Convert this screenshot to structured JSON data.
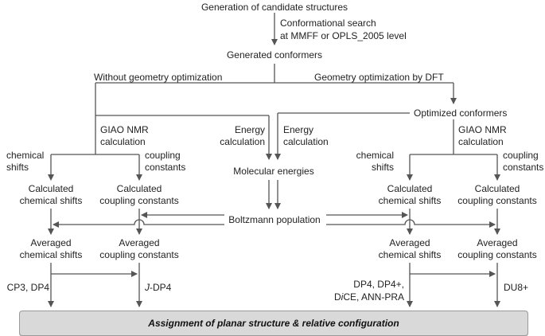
{
  "nodes": {
    "generation": "Generation of candidate structures",
    "conf_search_1": "Conformational search",
    "conf_search_2": "at MMFF or OPLS_2005 level",
    "generated_conformers": "Generated conformers",
    "without_opt": "Without geometry optimization",
    "geom_opt": "Geometry optimization by DFT",
    "optimized_conformers": "Optimized conformers",
    "giao_left_1": "GIAO NMR",
    "giao_left_2": "calculation",
    "giao_right_1": "GIAO NMR",
    "giao_right_2": "calculation",
    "energy_left_1": "Energy",
    "energy_left_2": "calculation",
    "energy_right_1": "Energy",
    "energy_right_2": "calculation",
    "chem_left_1": "chemical",
    "chem_left_2": "shifts",
    "coup_left_1": "coupling",
    "coup_left_2": "constants",
    "chem_right_1": "chemical",
    "chem_right_2": "shifts",
    "coup_right_1": "coupling",
    "coup_right_2": "constants",
    "molecular_energies": "Molecular energies",
    "calc_cs_left_1": "Calculated",
    "calc_cs_left_2": "chemical shifts",
    "calc_cc_left_1": "Calculated",
    "calc_cc_left_2": "coupling constants",
    "calc_cs_right_1": "Calculated",
    "calc_cs_right_2": "chemical shifts",
    "calc_cc_right_1": "Calculated",
    "calc_cc_right_2": "coupling constants",
    "boltzmann": "Boltzmann population",
    "avg_cs_left_1": "Averaged",
    "avg_cs_left_2": "chemical shifts",
    "avg_cc_left_1": "Averaged",
    "avg_cc_left_2": "coupling constants",
    "avg_cs_right_1": "Averaged",
    "avg_cs_right_2": "chemical shifts",
    "avg_cc_right_1": "Averaged",
    "avg_cc_right_2": "coupling constants",
    "cp3_dp4": "CP3, DP4",
    "jdp4_italic": "J",
    "jdp4_rest": "-DP4",
    "dp4_right_1": "DP4, DP4+,",
    "dp4_right_2_italic_i": "i",
    "dp4_right_2_pre": "D",
    "dp4_right_2_post": "CE, ANN-PRA",
    "du8": "DU8+",
    "assignment": "Assignment of planar structure & relative configuration"
  },
  "colors": {
    "line": "#555555",
    "final_bar": "#d9d9d9"
  }
}
